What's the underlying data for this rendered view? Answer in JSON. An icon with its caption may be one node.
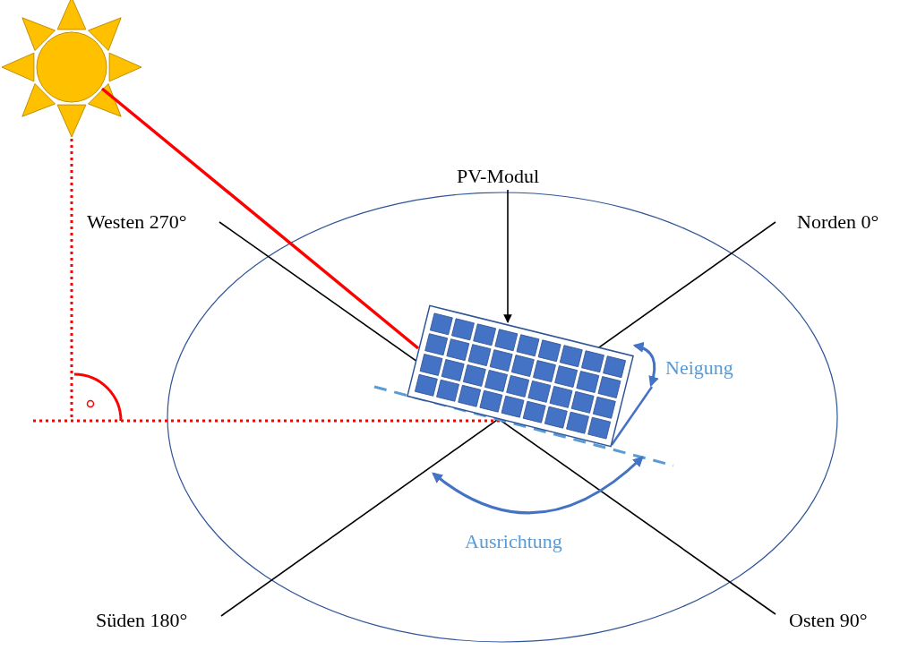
{
  "diagram": {
    "nodes": [
      {
        "text": [],
        "shape": "picture"
      },
      {
        "text": [
          "PV-Modul"
        ]
      },
      {
        "text": [],
        "shape": "picture"
      }
    ],
    "edges": [
      {
        "from": 1,
        "to": 2,
        "arrow": "to"
      },
      {
        "from": 0,
        "to": 2,
        "arrow": "none",
        "style": "thick",
        "color": "#ff0000"
      }
    ],
    "labels": [
      "Westen 270°",
      "Norden 0°",
      "Neigung",
      "Ausrichtung",
      "Süden 180°",
      "Osten 90°"
    ]
  }
}
